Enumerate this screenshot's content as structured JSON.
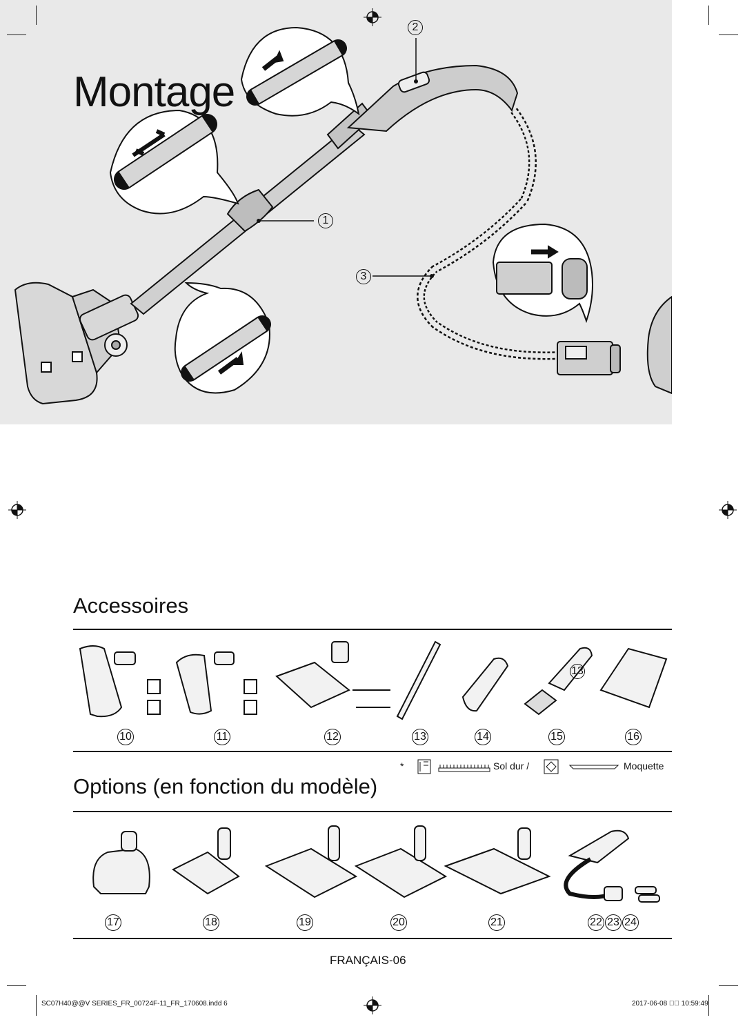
{
  "page": {
    "title": "Montage",
    "accessories_heading": "Accessoires",
    "options_heading_main": "Options",
    "options_heading_sub": "(en fonction du modèle)",
    "footer_lang": "FRANÇAIS-06",
    "slug_left": "SC07H40@@V SERIES_FR_00724F-11_FR_170608.indd   6",
    "slug_right": "2017-06-08   \u0000\u0000 10:59:49"
  },
  "figure": {
    "callouts": [
      "1",
      "2",
      "3"
    ],
    "callout_13": "13"
  },
  "accessories": {
    "numbers": [
      "10",
      "11",
      "12",
      "13",
      "14",
      "15",
      "16"
    ]
  },
  "legend": {
    "asterisk": "*",
    "hard_floor_label": "Sol dur /",
    "carpet_label": "Moquette"
  },
  "options": {
    "numbers": [
      "17",
      "18",
      "19",
      "20",
      "21",
      "22",
      "23",
      "24"
    ]
  },
  "colors": {
    "figure_bg": "#e9e9e9",
    "line": "#111111"
  }
}
